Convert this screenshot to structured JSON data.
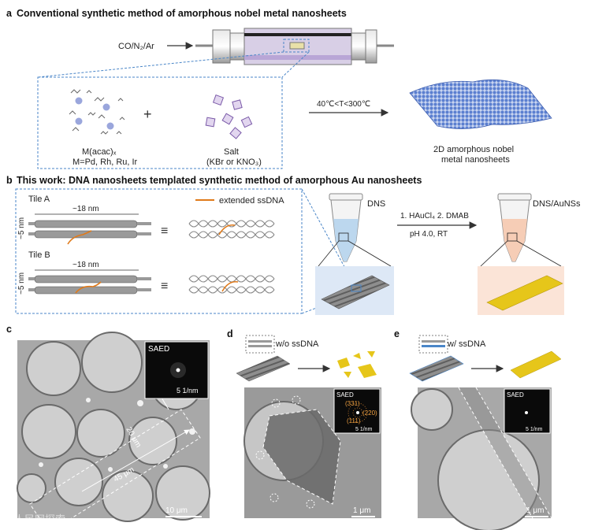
{
  "panel_a": {
    "letter": "a",
    "title": "Conventional synthetic method of amorphous nobel metal nanosheets",
    "gas_label": "CO/N₂/Ar",
    "precursor_label_1": "M(acac)ₓ",
    "precursor_label_2": "M=Pd, Rh, Ru, Ir",
    "plus": "+",
    "salt_label_1": "Salt",
    "salt_label_2": "(KBr or KNO₃)",
    "temp_label": "40℃<T<300℃",
    "product_label_1": "2D amorphous nobel",
    "product_label_2": "metal nanosheets"
  },
  "panel_b": {
    "letter": "b",
    "title": "This work: DNA nanosheets templated synthetic method of amorphous Au nanosheets",
    "tile_a": "Tile A",
    "tile_b": "Tile B",
    "length_a": "~18 nm",
    "length_b": "~18 nm",
    "width_a": "~5 nm",
    "width_b": "~5 nm",
    "equiv": "≡",
    "legend": "extended ssDNA",
    "dns": "DNS",
    "dns_au": "DNS/AuNSs",
    "step": "1. HAuCl₄  2. DMAB",
    "cond": "pH 4.0, RT"
  },
  "panel_c": {
    "letter": "c",
    "saed": "SAED",
    "saed_scale": "5 1/nm",
    "dim_1": "20 μm",
    "dim_2": "45 μm",
    "scale": "10 μm"
  },
  "panel_d": {
    "letter": "d",
    "title": "w/o ssDNA",
    "saed": "SAED",
    "ring_1": "(331)",
    "ring_2": "(220)",
    "ring_3": "(111)",
    "saed_scale": "5 1/nm",
    "scale": "1 μm"
  },
  "panel_e": {
    "letter": "e",
    "title": "w/ ssDNA",
    "saed": "SAED",
    "saed_scale": "5 1/nm",
    "scale": "1 μm"
  },
  "watermark": "人民网探索",
  "colors": {
    "dashed_box": "#4a86c8",
    "ssdna": "#e07a1a",
    "gold": "#e6c61a",
    "nanosheet": "#5b7fd0",
    "tem_bg": "#a8a8a8"
  }
}
